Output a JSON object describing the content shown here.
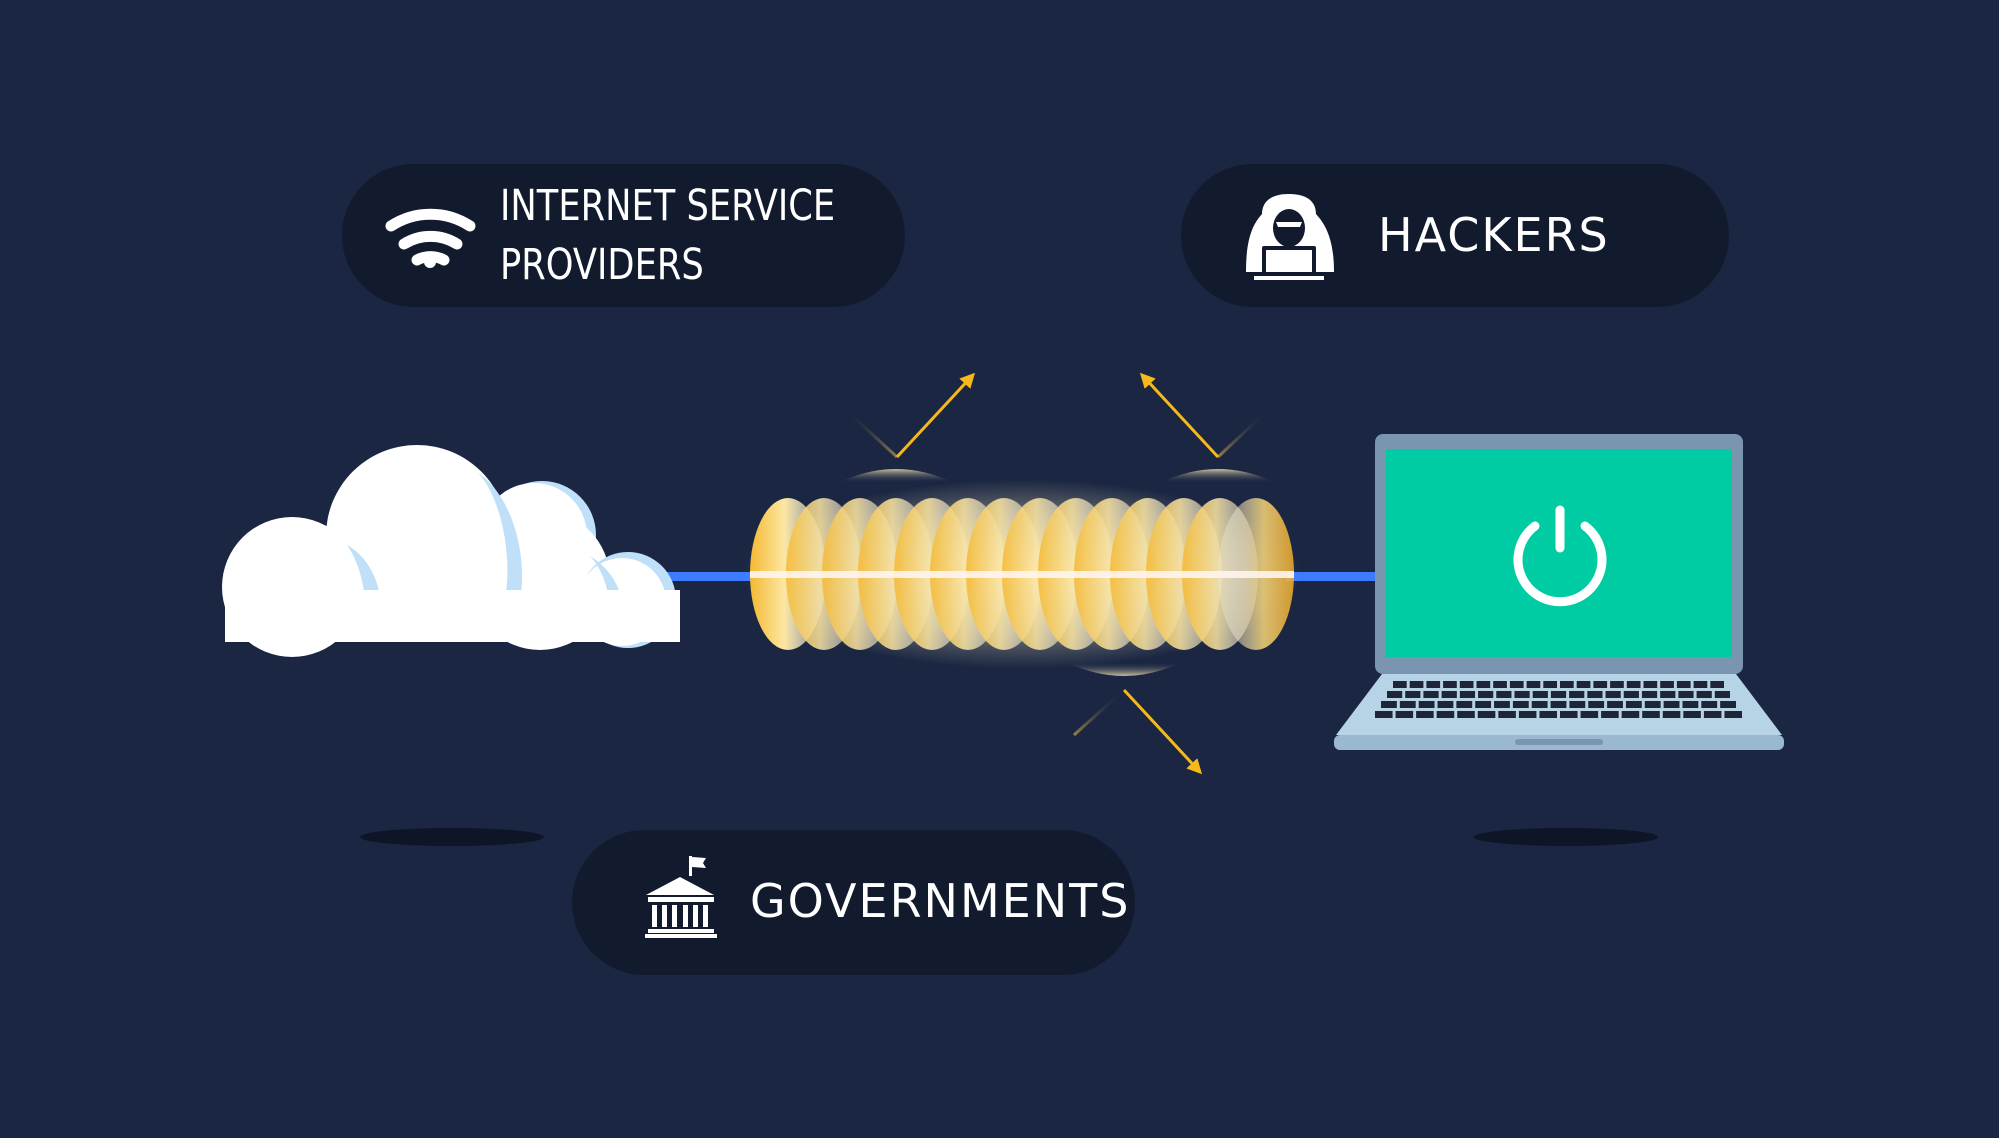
{
  "colors": {
    "background": "#1a2642",
    "pill": "#121a2d",
    "laptop_screen": "#00cca4",
    "laptop_body": "#b7d3e6",
    "tunnel": "#f6c84b",
    "arrow": "#f6b81a",
    "connection_line": "#3d7bff",
    "cloud": "#ffffff",
    "cloud_shade": "#bfe0f8"
  },
  "labels": {
    "isp": {
      "line1": "INTERNET SERVICE",
      "line2": "PROVIDERS",
      "icon": "wifi-icon"
    },
    "hackers": {
      "text": "HACKERS",
      "icon": "hooded-hacker-icon"
    },
    "governments": {
      "text": "GOVERNMENTS",
      "icon": "government-building-icon"
    }
  },
  "diagram": {
    "nodes": [
      "cloud",
      "encrypted-tunnel",
      "laptop"
    ],
    "laptop_icon": "power-icon",
    "deflected_arrows": 3
  }
}
